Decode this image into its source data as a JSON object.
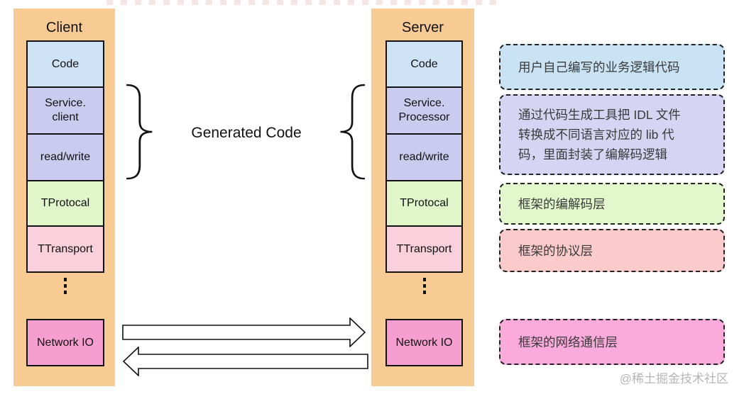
{
  "center": {
    "label": "Generated Code"
  },
  "client": {
    "title": "Client",
    "panel_color": "#F9CB94",
    "layers": [
      {
        "label": "Code",
        "color": "#CFE3F6"
      },
      {
        "label": "Service.\nclient",
        "color": "#CBCBEF"
      },
      {
        "label": "read/write",
        "color": "#CBCBEF"
      },
      {
        "label": "TProtocal",
        "color": "#E0F6CA"
      },
      {
        "label": "TTransport",
        "color": "#F9D0DB"
      }
    ],
    "network_layer": {
      "label": "Network IO",
      "color": "#F79ED1"
    }
  },
  "server": {
    "title": "Server",
    "panel_color": "#F9CB94",
    "layers": [
      {
        "label": "Code",
        "color": "#CFE3F6"
      },
      {
        "label": "Service.\nProcessor",
        "color": "#CBCBEF"
      },
      {
        "label": "read/write",
        "color": "#CBCBEF"
      },
      {
        "label": "TProtocal",
        "color": "#E0F6CA"
      },
      {
        "label": "TTransport",
        "color": "#F9D0DB"
      }
    ],
    "network_layer": {
      "label": "Network IO",
      "color": "#F79ED1"
    }
  },
  "annotations": [
    {
      "text": "用户自己编写的业务逻辑代码",
      "color": "#C9E3F4"
    },
    {
      "text": "通过代码生成工具把 IDL 文件\n转换成不同语言对应的 lib 代\n码，里面封装了编解码逻辑",
      "color": "#D6D4F2"
    },
    {
      "text": "框架的编解码层",
      "color": "#E3F7CD"
    },
    {
      "text": "框架的协议层",
      "color": "#FBCBCC"
    },
    {
      "text": "框架的网络通信层",
      "color": "#FAABDC"
    }
  ],
  "page": {
    "watermark": "@稀土掘金技术社区"
  }
}
